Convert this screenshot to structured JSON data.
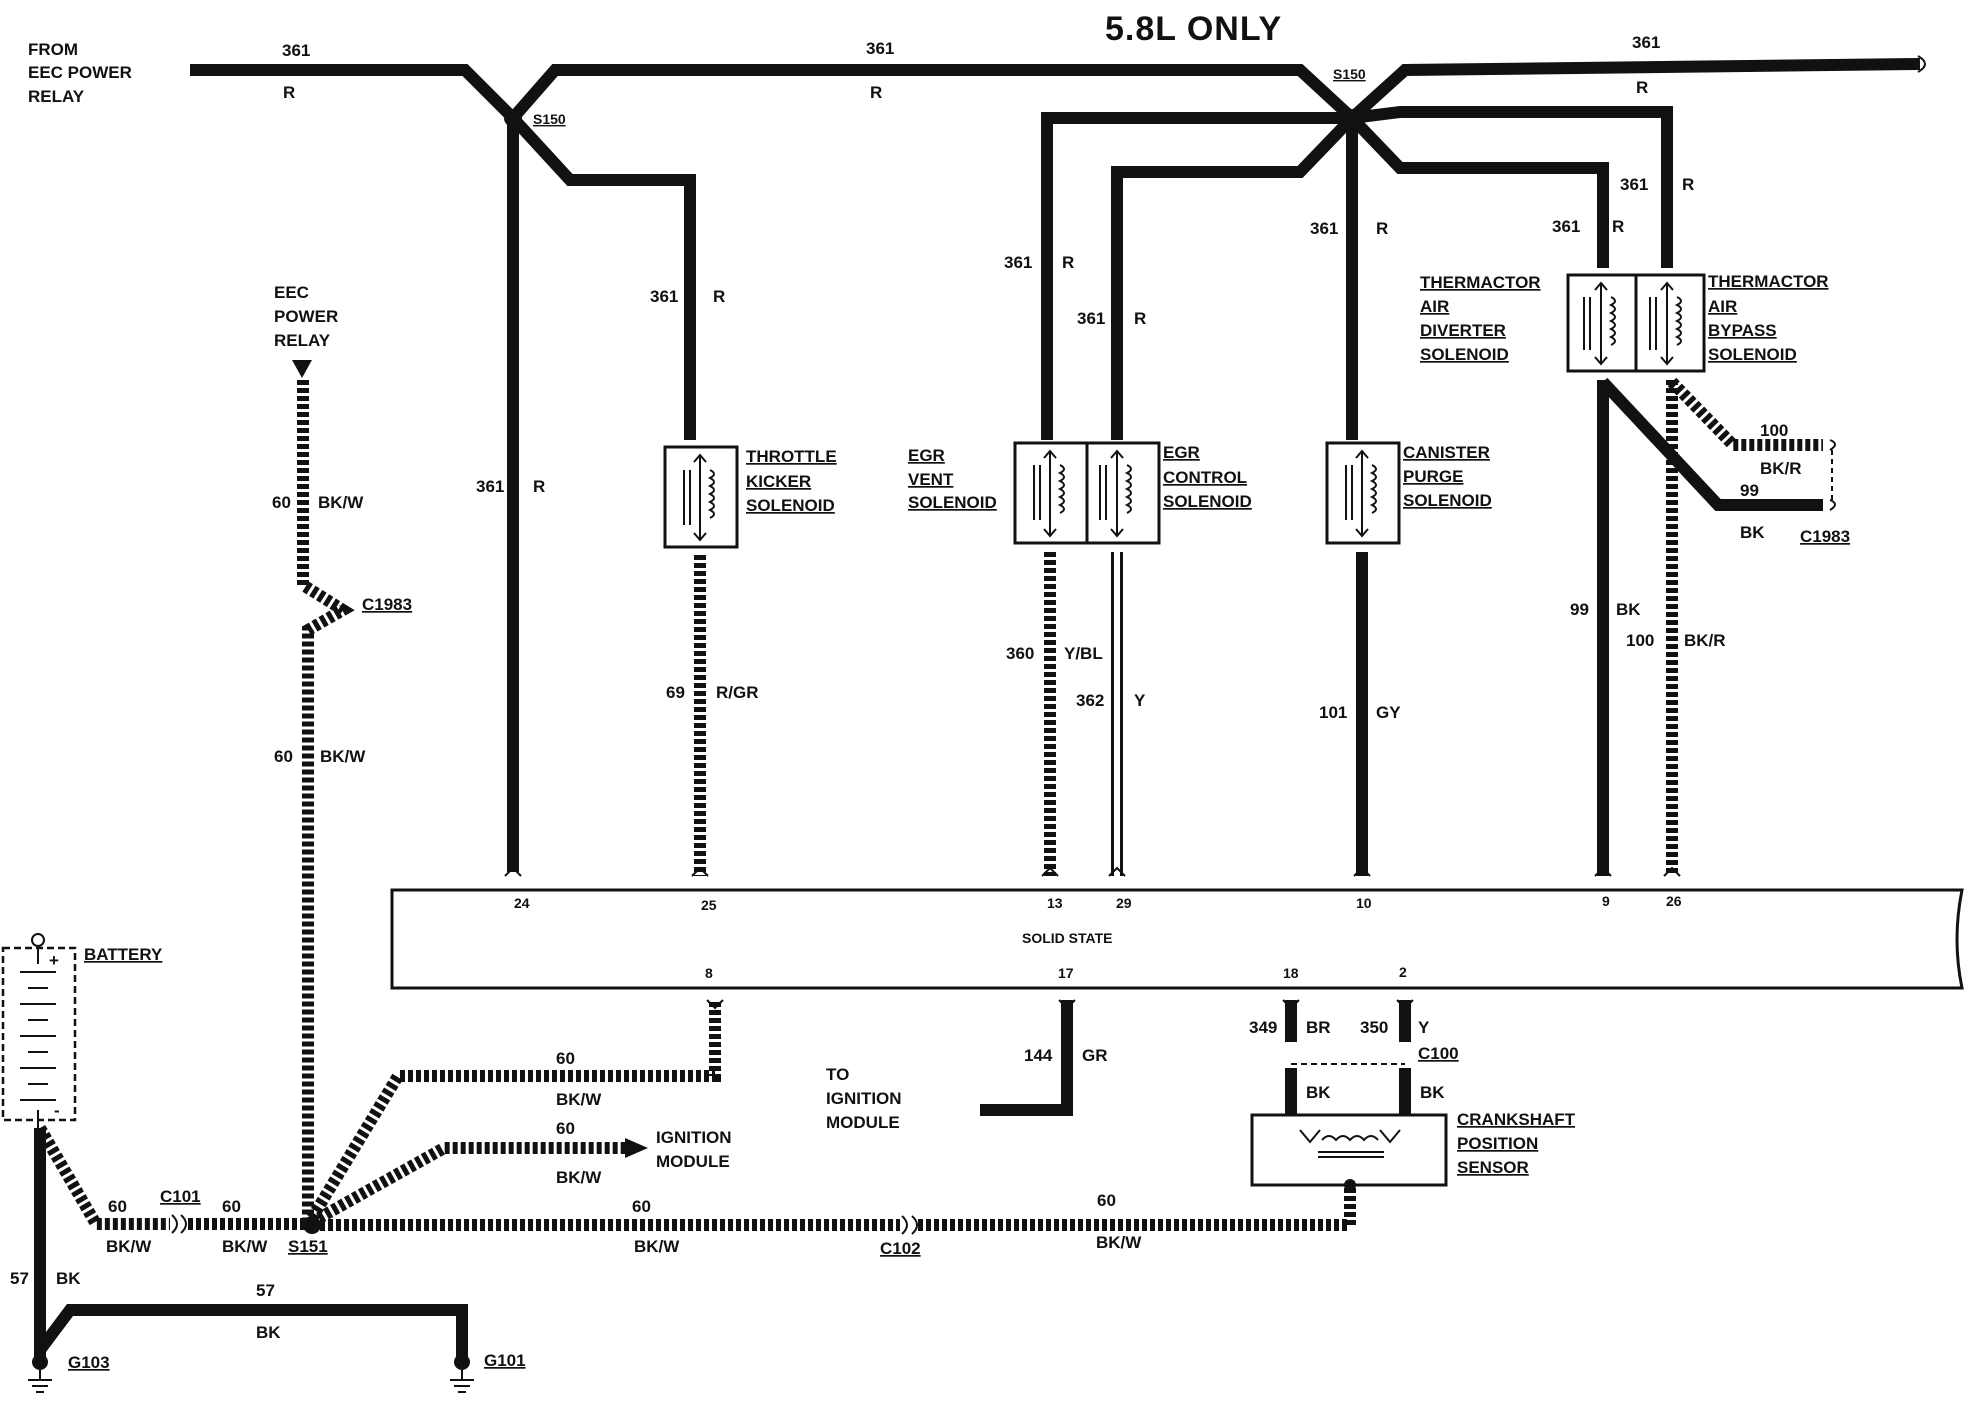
{
  "title": "5.8L ONLY",
  "source": {
    "line1": "FROM",
    "line2": "EEC POWER",
    "line3": "RELAY"
  },
  "splices": {
    "s150_left": "S150",
    "s150_right": "S150",
    "s151": "S151"
  },
  "connectors": {
    "c1983_left": "C1983",
    "c1983_right": "C1983",
    "c101": "C101",
    "c102": "C102",
    "c100": "C100"
  },
  "grounds": {
    "g103": "G103",
    "g101": "G101"
  },
  "battery": {
    "label": "BATTERY",
    "plus": "+",
    "minus": "-"
  },
  "eec_relay": {
    "line1": "EEC",
    "line2": "POWER",
    "line3": "RELAY"
  },
  "module": {
    "label": "SOLID STATE"
  },
  "components": {
    "throttle_kicker": [
      "THROTTLE",
      "KICKER",
      "SOLENOID"
    ],
    "egr_vent": [
      "EGR",
      "VENT",
      "SOLENOID"
    ],
    "egr_control": [
      "EGR",
      "CONTROL",
      "SOLENOID"
    ],
    "canister_purge": [
      "CANISTER",
      "PURGE",
      "SOLENOID"
    ],
    "thermactor_diverter": [
      "THERMACTOR",
      "AIR",
      "DIVERTER",
      "SOLENOID"
    ],
    "thermactor_bypass": [
      "THERMACTOR",
      "AIR",
      "BYPASS",
      "SOLENOID"
    ],
    "crankshaft_sensor": [
      "CRANKSHAFT",
      "POSITION",
      "SENSOR"
    ],
    "ignition_module_arrow": [
      "IGNITION",
      "MODULE"
    ],
    "to_ignition_module": [
      "TO",
      "IGNITION",
      "MODULE"
    ]
  },
  "pins_top": [
    "24",
    "25",
    "13",
    "29",
    "10",
    "9",
    "26"
  ],
  "pins_bottom": [
    "8",
    "17",
    "18",
    "2"
  ],
  "wires": {
    "w361": "361",
    "r": "R",
    "w60": "60",
    "bkw": "BK/W",
    "w57": "57",
    "bk": "BK",
    "w69": "69",
    "rgr": "R/GR",
    "w360": "360",
    "ybl": "Y/BL",
    "w362": "362",
    "y": "Y",
    "w101": "101",
    "gy": "GY",
    "w99": "99",
    "w100": "100",
    "bkr": "BK/R",
    "w144": "144",
    "gr": "GR",
    "w349": "349",
    "br": "BR",
    "w350": "350"
  }
}
